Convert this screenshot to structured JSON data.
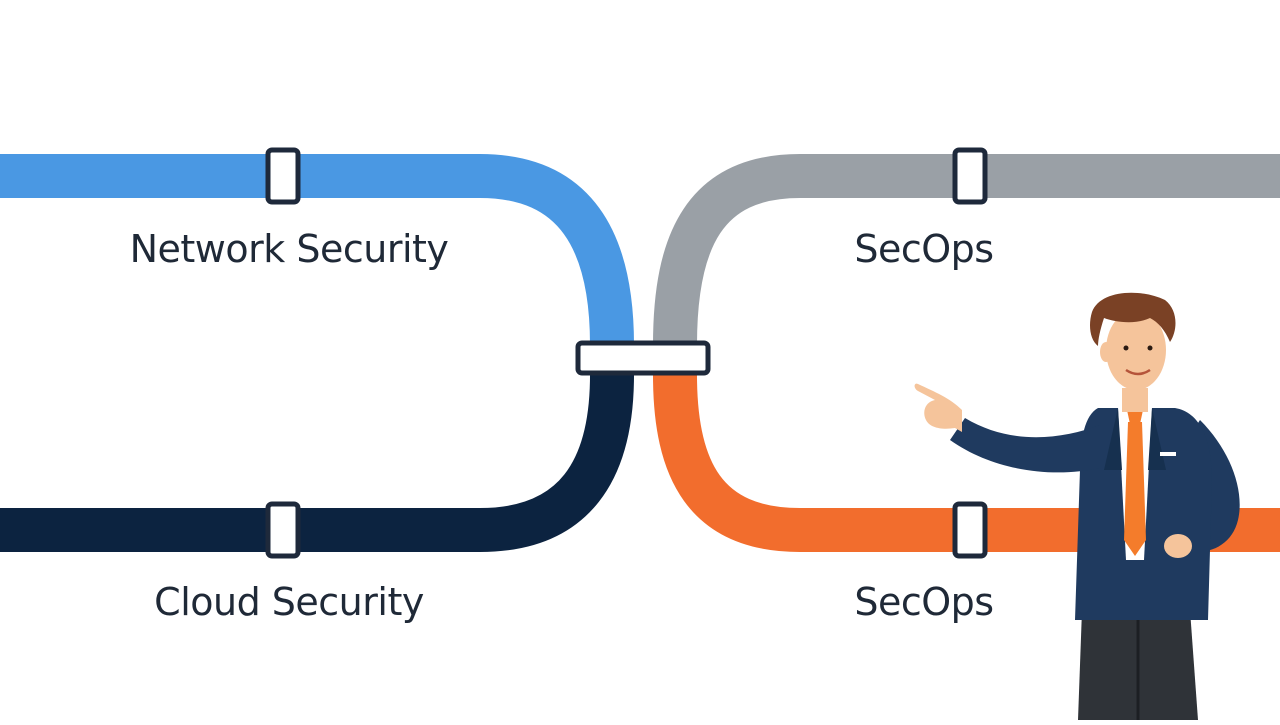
{
  "labels": {
    "top_left": "Network Security",
    "bottom_left": "Cloud Security",
    "top_right": "SecOps",
    "bottom_right": "SecOps"
  },
  "colors": {
    "network_security": "#4a98e3",
    "cloud_security": "#0c2340",
    "secops_top": "#9aa0a6",
    "secops_bottom": "#f26d2d",
    "connector_outline": "#1e293b",
    "suit": "#1f3a5f",
    "tie": "#f47c2b",
    "hair": "#7a4125",
    "skin": "#f5c49b",
    "trousers": "#2f3338"
  },
  "icons": {
    "presenter": "businessman-pointing-illustration"
  }
}
